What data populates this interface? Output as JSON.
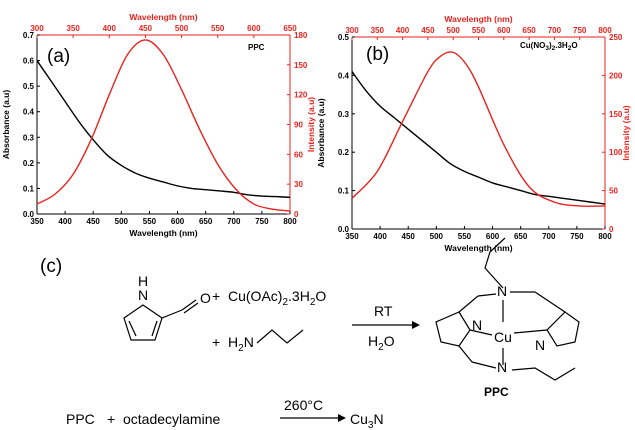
{
  "chart_data": [
    {
      "type": "line",
      "panel_label": "(a)",
      "annotation": "PPC",
      "xlabel": "Wavelength (nm)",
      "x2label": "Wavelength (nm)",
      "ylabel": "Absorbance (a.u)",
      "y2label": "Intensity (a.u)",
      "xlim": [
        350,
        800
      ],
      "x2lim": [
        300,
        650
      ],
      "ylim": [
        0.0,
        0.7
      ],
      "y2lim": [
        0,
        180
      ],
      "xticks": [
        "350",
        "400",
        "450",
        "500",
        "550",
        "600",
        "650",
        "700",
        "750",
        "800"
      ],
      "x2ticks": [
        "300",
        "350",
        "400",
        "450",
        "500",
        "550",
        "600",
        "650"
      ],
      "yticks": [
        "0.0",
        "0.1",
        "0.2",
        "0.3",
        "0.4",
        "0.5",
        "0.6",
        "0.7"
      ],
      "y2ticks": [
        "0",
        "30",
        "60",
        "90",
        "120",
        "150",
        "180"
      ],
      "series": [
        {
          "axis": "left",
          "color": "#000000",
          "x": [
            350,
            375,
            400,
            425,
            450,
            475,
            500,
            525,
            550,
            575,
            600,
            625,
            650,
            675,
            700,
            725,
            750,
            775,
            800
          ],
          "y": [
            0.6,
            0.52,
            0.44,
            0.36,
            0.29,
            0.23,
            0.19,
            0.16,
            0.14,
            0.125,
            0.11,
            0.1,
            0.095,
            0.09,
            0.085,
            0.075,
            0.07,
            0.068,
            0.065
          ]
        },
        {
          "axis": "right",
          "color": "#e8231e",
          "x": [
            300,
            325,
            350,
            375,
            400,
            425,
            450,
            475,
            500,
            525,
            550,
            575,
            600,
            625,
            650
          ],
          "y": [
            10,
            20,
            40,
            75,
            120,
            160,
            175,
            160,
            125,
            85,
            50,
            25,
            10,
            5,
            3
          ]
        }
      ]
    },
    {
      "type": "line",
      "panel_label": "(b)",
      "annotation_parts": [
        "Cu(NO",
        "3",
        ")",
        "2",
        ".3H",
        "2",
        "O"
      ],
      "xlabel": "Wavelength (nm)",
      "x2label": "Wavelength (nm)",
      "ylabel": "Absorbance (a.u)",
      "y2label": "Intensity (a.u)",
      "xlim": [
        350,
        800
      ],
      "x2lim": [
        300,
        800
      ],
      "ylim": [
        0.0,
        0.5
      ],
      "y2lim": [
        0,
        250
      ],
      "xticks": [
        "350",
        "400",
        "450",
        "500",
        "550",
        "600",
        "650",
        "700",
        "750",
        "800"
      ],
      "x2ticks": [
        "300",
        "350",
        "400",
        "450",
        "500",
        "550",
        "600",
        "650",
        "700",
        "750",
        "800"
      ],
      "yticks": [
        "0.0",
        "0.1",
        "0.2",
        "0.3",
        "0.4",
        "0.5"
      ],
      "y2ticks": [
        "0",
        "50",
        "100",
        "150",
        "200",
        "250"
      ],
      "series": [
        {
          "axis": "left",
          "color": "#000000",
          "x": [
            350,
            375,
            400,
            425,
            450,
            475,
            500,
            525,
            550,
            575,
            600,
            625,
            650,
            675,
            700,
            725,
            750,
            775,
            800
          ],
          "y": [
            0.41,
            0.36,
            0.32,
            0.29,
            0.26,
            0.23,
            0.2,
            0.17,
            0.15,
            0.135,
            0.12,
            0.11,
            0.1,
            0.09,
            0.085,
            0.08,
            0.075,
            0.07,
            0.065
          ]
        },
        {
          "axis": "right",
          "color": "#e8231e",
          "x": [
            300,
            350,
            400,
            450,
            475,
            500,
            525,
            550,
            600,
            650,
            700,
            750,
            800
          ],
          "y": [
            40,
            75,
            140,
            205,
            225,
            230,
            215,
            185,
            110,
            55,
            35,
            30,
            30
          ]
        }
      ]
    }
  ],
  "scheme": {
    "panel_label": "(c)",
    "plus1": "+",
    "cu_salt": "Cu(OAc)",
    "cu_salt_sub": "2",
    "cu_salt_tail": ".3H",
    "cu_salt_sub2": "2",
    "cu_salt_end": "O",
    "plus2": "+",
    "amine_h2n": "H",
    "amine_sub": "2",
    "amine_n": "N",
    "reactant_nh": "N",
    "reactant_h": "H",
    "reactant_o": "O",
    "arrow_top": "RT",
    "arrow_bottom_a": "H",
    "arrow_bottom_sub": "2",
    "arrow_bottom_b": "O",
    "product_cu": "Cu",
    "product_n": "N",
    "product_label": "PPC",
    "bottom_reactant1": "PPC",
    "bottom_plus": "+",
    "bottom_reactant2": "octadecylamine",
    "bottom_condition": "260°C",
    "bottom_product_a": "Cu",
    "bottom_product_sub": "3",
    "bottom_product_b": "N"
  }
}
